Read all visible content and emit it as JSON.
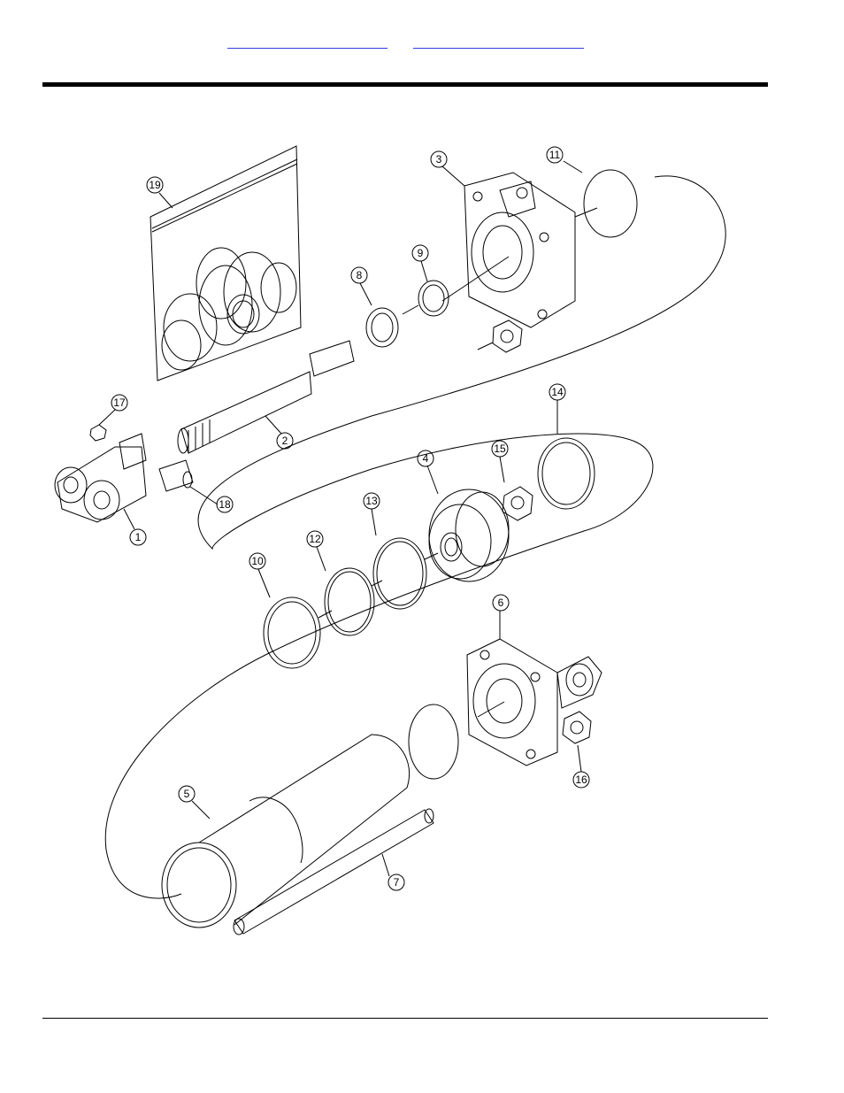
{
  "header": {
    "links": [
      "",
      ""
    ]
  },
  "diagram": {
    "callouts": [
      "1",
      "2",
      "3",
      "4",
      "5",
      "6",
      "7",
      "8",
      "9",
      "10",
      "11",
      "12",
      "13",
      "14",
      "15",
      "16",
      "17",
      "18",
      "19"
    ]
  },
  "footer": {
    "text": ""
  }
}
